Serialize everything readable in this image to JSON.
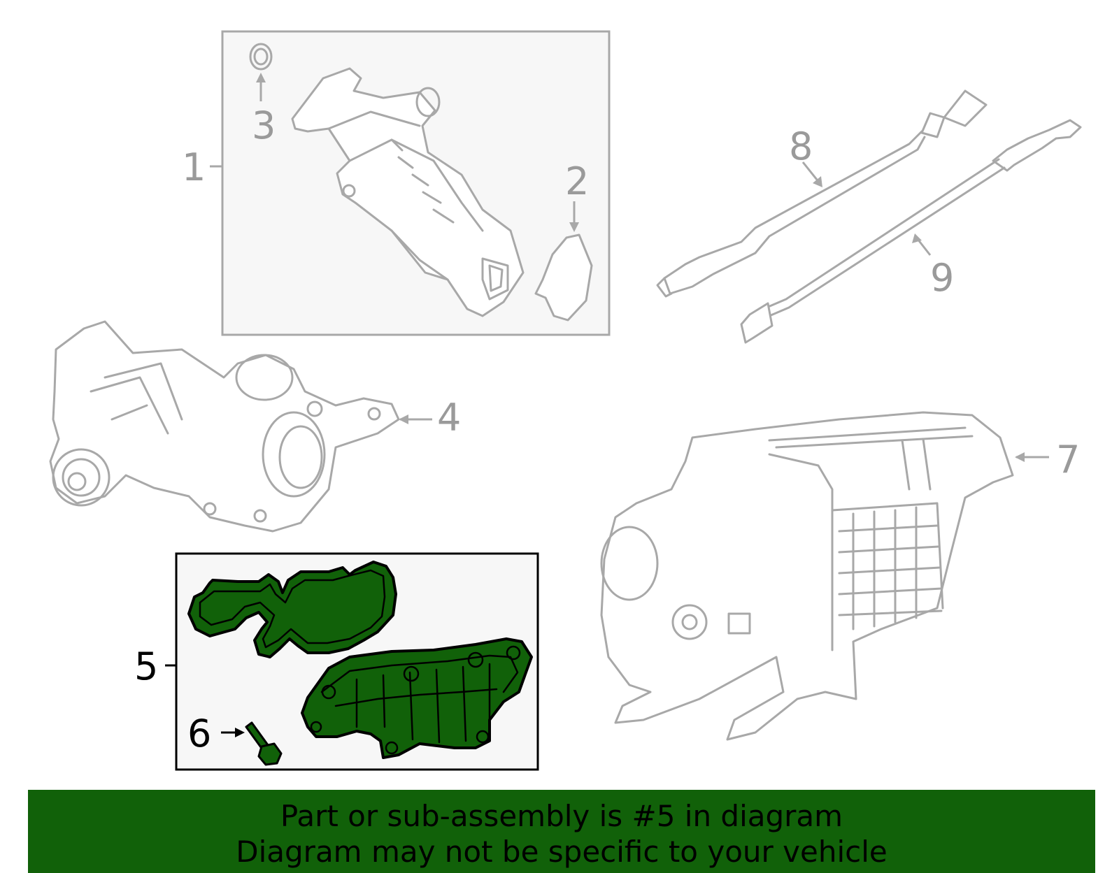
{
  "callouts": {
    "c1": "1",
    "c2": "2",
    "c3": "3",
    "c4": "4",
    "c5": "5",
    "c6": "6",
    "c7": "7",
    "c8": "8",
    "c9": "9"
  },
  "banner": {
    "line1": "Part or sub-assembly is #5 in diagram",
    "line2": "Diagram may not be specific to your vehicle"
  },
  "colors": {
    "highlight": "#116109",
    "ghost_stroke": "#a8a8a8",
    "callout_gray": "#9a9a9a",
    "banner_bg": "#116109"
  }
}
